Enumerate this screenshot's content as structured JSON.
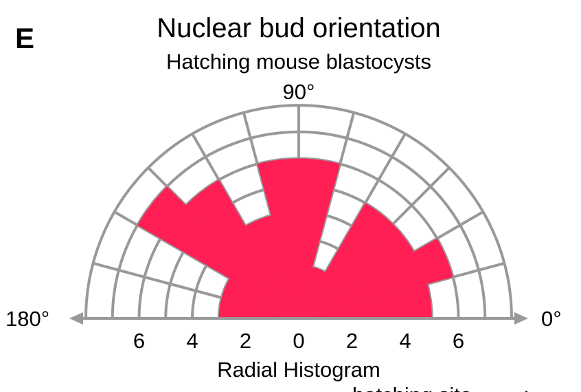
{
  "panel_letter": "E",
  "chart_data": {
    "type": "radial-histogram",
    "title": "Nuclear bud orientation",
    "subtitle": "Hatching mouse blastocysts",
    "xlabel": "Radial Histogram",
    "direction_label": "hatching site",
    "angle_labels": {
      "top": "90°",
      "left": "180°",
      "right": "0°"
    },
    "angle_range_deg": [
      0,
      180
    ],
    "bin_width_deg": 15,
    "radial_max": 8,
    "radial_ring_step": 1,
    "radial_tick_labels": [
      "6",
      "4",
      "2",
      "0",
      "2",
      "4",
      "6"
    ],
    "grid": true,
    "bar_color": "#ff1f55",
    "grid_color": "#999999",
    "bins": [
      {
        "angle_start": 0,
        "angle_end": 15,
        "count": 5
      },
      {
        "angle_start": 15,
        "angle_end": 30,
        "count": 6
      },
      {
        "angle_start": 30,
        "angle_end": 45,
        "count": 5
      },
      {
        "angle_start": 45,
        "angle_end": 60,
        "count": 5
      },
      {
        "angle_start": 60,
        "angle_end": 75,
        "count": 2
      },
      {
        "angle_start": 75,
        "angle_end": 90,
        "count": 6
      },
      {
        "angle_start": 90,
        "angle_end": 105,
        "count": 6
      },
      {
        "angle_start": 105,
        "angle_end": 120,
        "count": 4
      },
      {
        "angle_start": 120,
        "angle_end": 135,
        "count": 6
      },
      {
        "angle_start": 135,
        "angle_end": 150,
        "count": 7
      },
      {
        "angle_start": 150,
        "angle_end": 165,
        "count": 3
      },
      {
        "angle_start": 165,
        "angle_end": 180,
        "count": 3
      }
    ]
  }
}
